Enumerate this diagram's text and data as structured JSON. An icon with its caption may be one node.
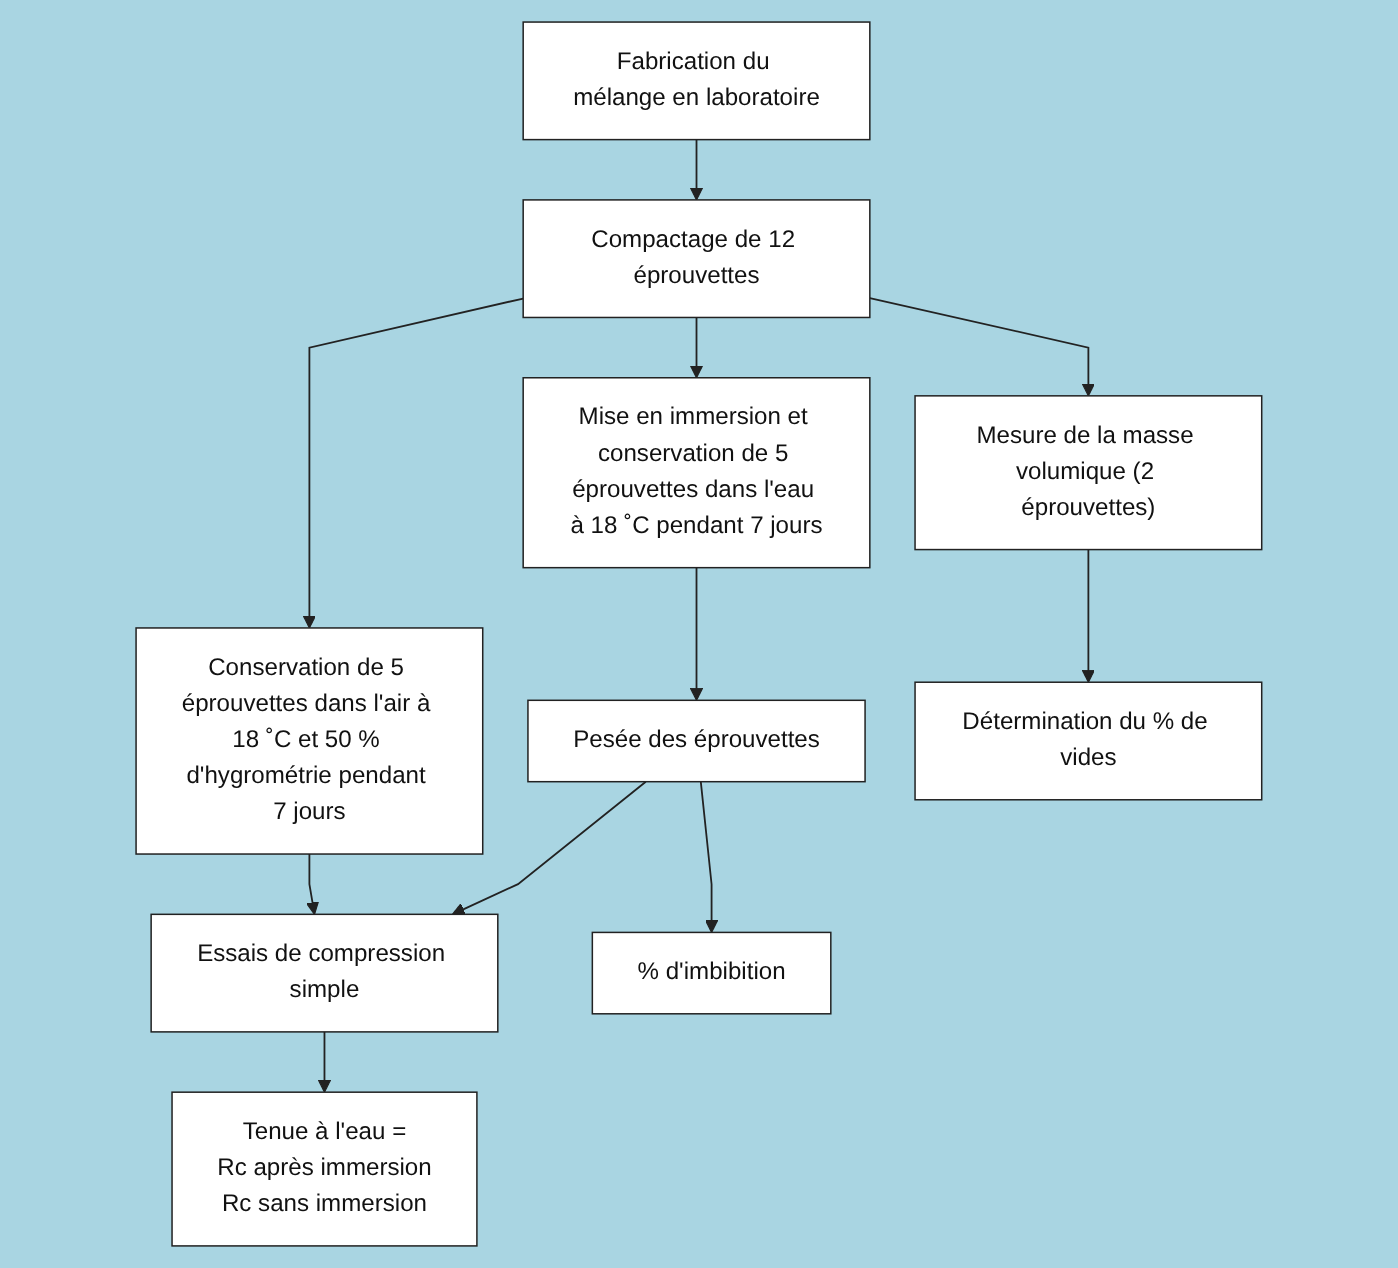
{
  "diagram": {
    "nodes": [
      {
        "text": [
          "Fabrication du mélange en laboratoire"
        ]
      },
      {
        "text": [
          "Compactage de 12 éprouvettes"
        ]
      },
      {
        "text": [
          "Mesure de la masse volumique (2 éprouvettes)"
        ]
      },
      {
        "text": [
          "Conservation de 5 éprouvettes dans l'air à 18 ˚C et 50 % d'hygrométrie pendant 7 jours"
        ]
      },
      {
        "text": [
          "Mise en immersion et conservation de 5 éprouvettes dans l'eau à 18 ˚C pendant 7 jours"
        ]
      },
      {
        "text": [
          "Essais de compression simple"
        ]
      },
      {
        "text": [
          "Pesée des éprouvettes"
        ]
      },
      {
        "text": [
          "Détermination du % de vides"
        ]
      },
      {
        "text": [
          "Tenue à l'eau =",
          "Rc après immersion",
          "Rc sans immersion"
        ]
      },
      {
        "text": [
          "% d'imbibition"
        ]
      }
    ],
    "edges": [
      {
        "from": 0,
        "to": 1,
        "arrow": "to"
      },
      {
        "from": 1,
        "to": 2,
        "arrow": "to"
      },
      {
        "from": 1,
        "to": 3,
        "arrow": "to"
      },
      {
        "from": 1,
        "to": 4,
        "arrow": "to"
      },
      {
        "from": 3,
        "to": 5,
        "arrow": "to"
      },
      {
        "from": 6,
        "to": 5,
        "arrow": "to"
      },
      {
        "from": 4,
        "to": 6,
        "arrow": "to"
      },
      {
        "from": 2,
        "to": 7,
        "arrow": "to"
      },
      {
        "from": 5,
        "to": 8,
        "arrow": "to"
      },
      {
        "from": 6,
        "to": 9,
        "arrow": "to"
      }
    ]
  }
}
